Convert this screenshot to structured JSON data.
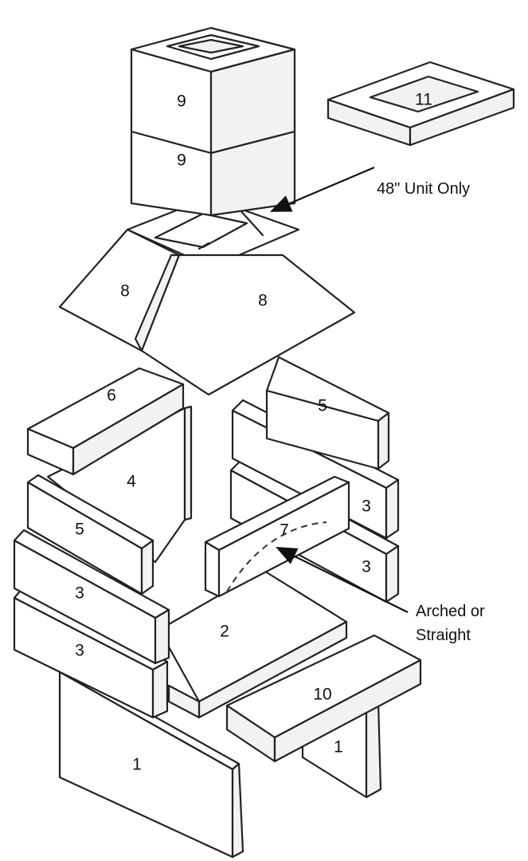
{
  "pieces": {
    "p1_left": "1",
    "p1_right": "1",
    "p2": "2",
    "p3_left_lower": "3",
    "p3_left_upper": "3",
    "p3_right_upper": "3",
    "p3_right_lower": "3",
    "p4": "4",
    "p5_left": "5",
    "p5_right": "5",
    "p6": "6",
    "p7": "7",
    "p8_left": "8",
    "p8_right": "8",
    "p9_top": "9",
    "p9_lower": "9",
    "p10": "10",
    "p11": "11"
  },
  "notes": {
    "unit_only": "48\" Unit Only",
    "arched_line1": "Arched or",
    "arched_line2": "Straight"
  }
}
